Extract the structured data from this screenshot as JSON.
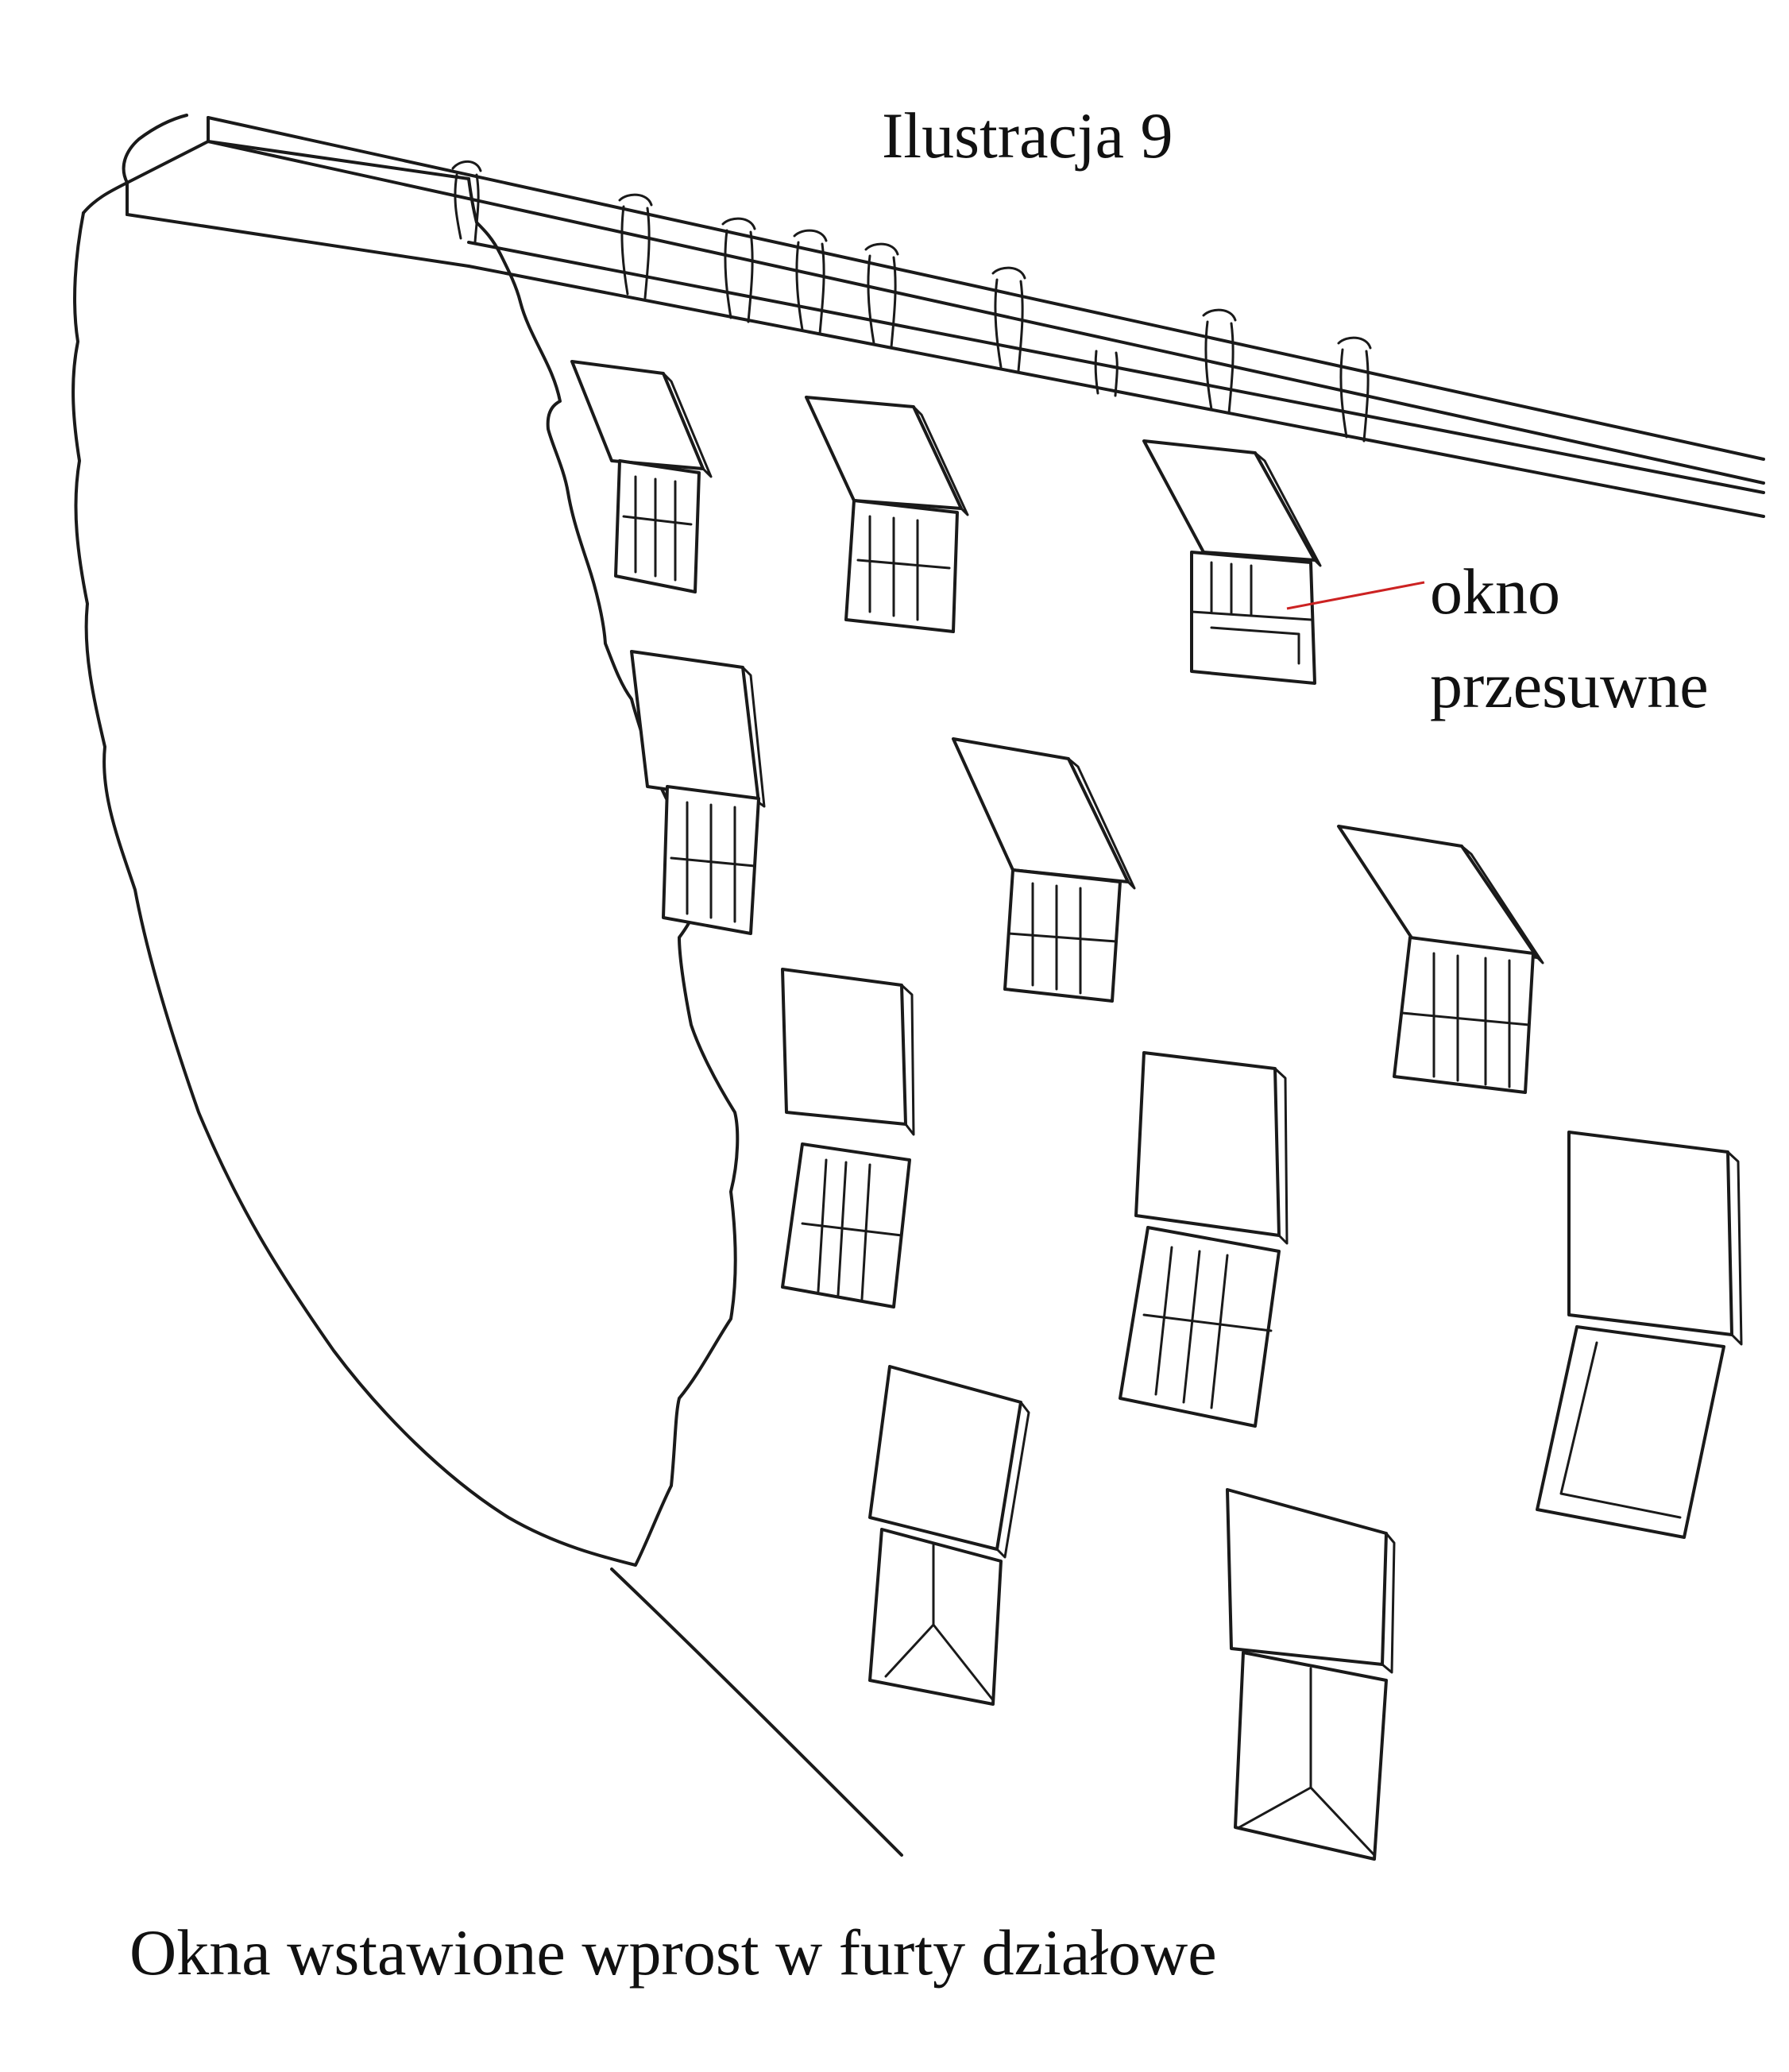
{
  "figure": {
    "title": "Ilustracja 9",
    "caption": "Okna wstawione wprost w furty działowe",
    "callout": {
      "line1": "okno",
      "line2": "przesuwne",
      "leader_color": "#cc2222"
    },
    "ink_color": "#1a1a1a",
    "background_color": "#ffffff"
  }
}
